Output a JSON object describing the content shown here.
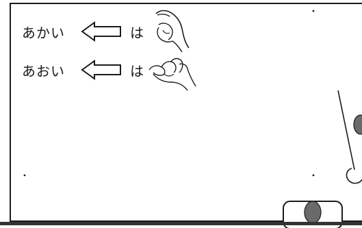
{
  "rows": [
    {
      "word": "あかい",
      "particle": "は",
      "hand": "grasp-hand-icon"
    },
    {
      "word": "あおい",
      "particle": "は",
      "hand": "pinch-hand-icon"
    }
  ],
  "colors": {
    "ink": "#1a1a1a",
    "marble": "#6a6a6a"
  }
}
